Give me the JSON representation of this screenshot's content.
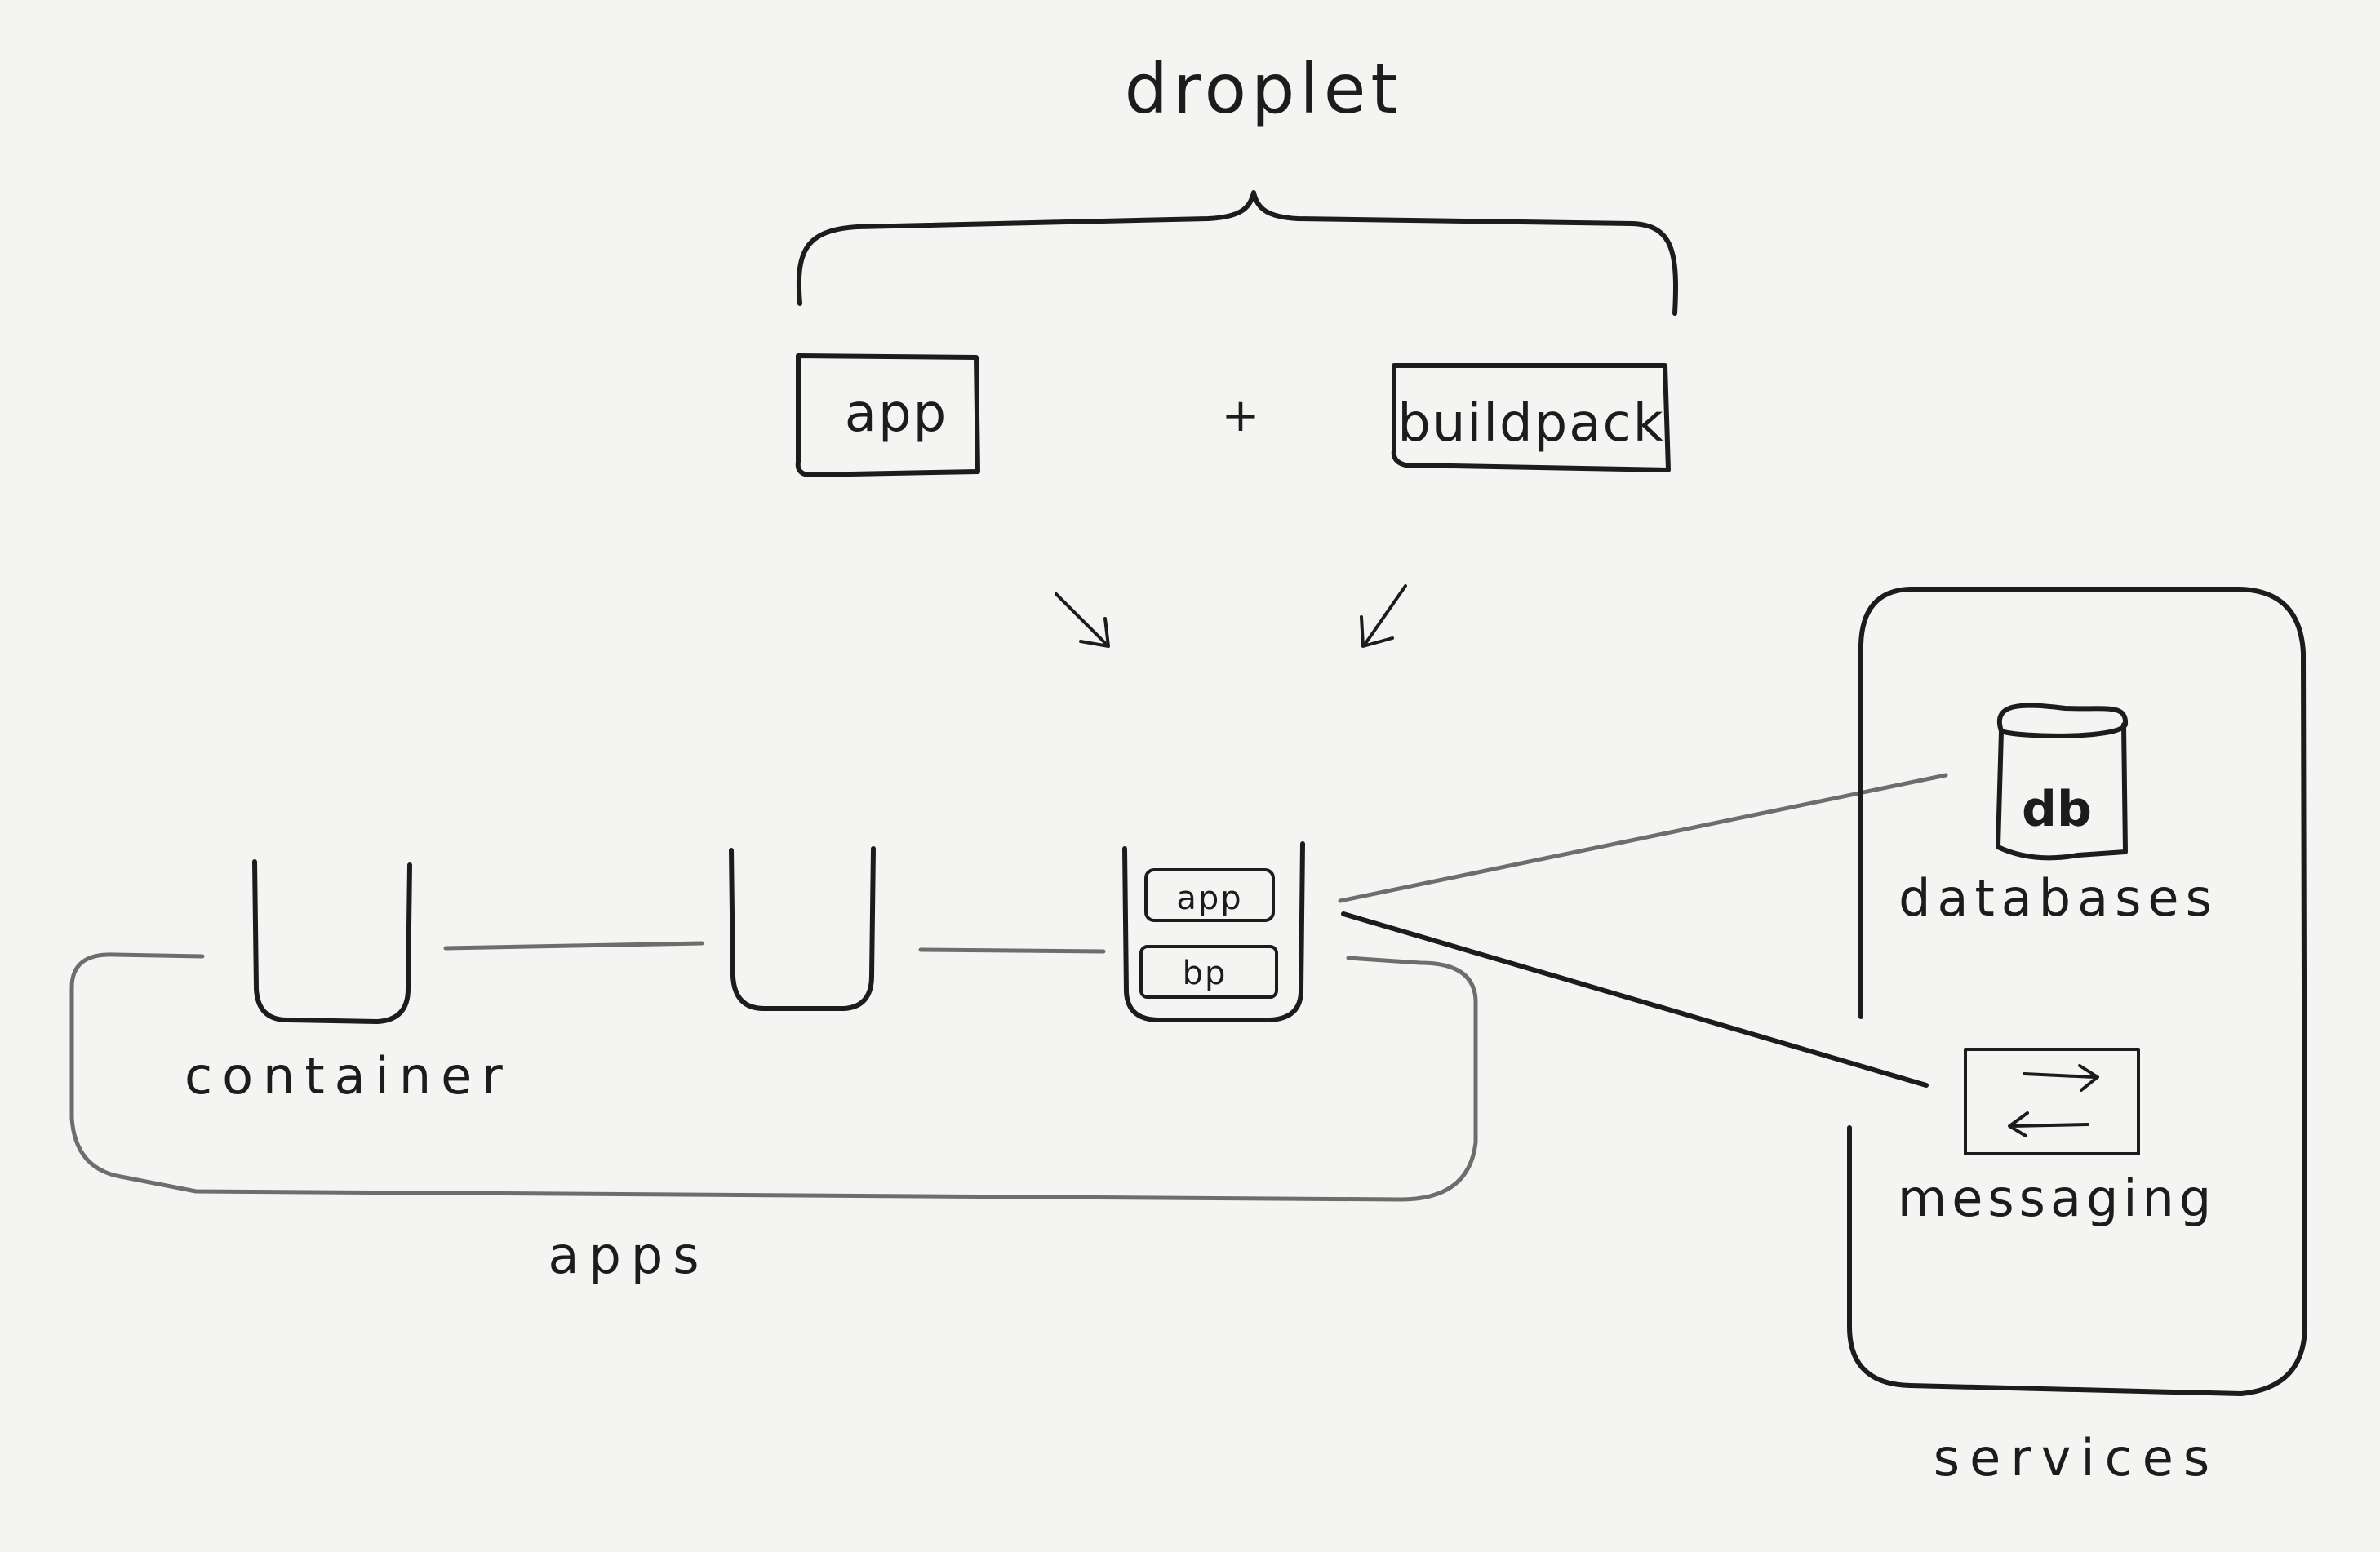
{
  "diagram": {
    "droplet_label": "droplet",
    "app_box_label": "app",
    "plus_sign": "+",
    "buildpack_box_label": "buildpack",
    "container_label": "container",
    "apps_label": "apps",
    "inner_app_label": "app",
    "inner_bp_label": "bp",
    "db_label": "db",
    "databases_label": "databases",
    "messaging_label": "messaging",
    "services_label": "services"
  }
}
